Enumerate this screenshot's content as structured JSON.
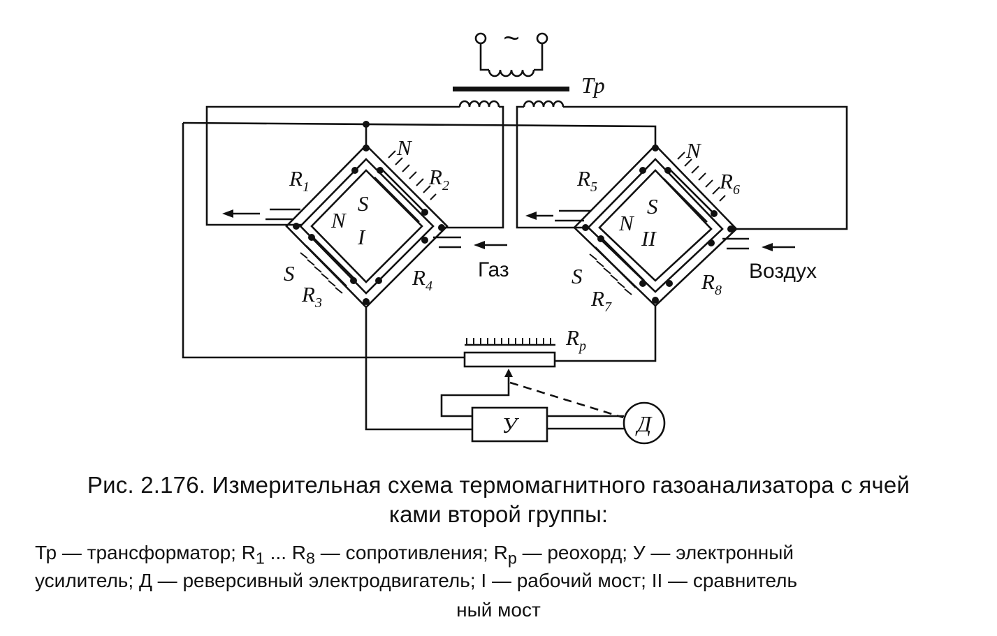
{
  "diagram": {
    "labels": {
      "ac_source": "~",
      "transformer": "Tp",
      "r1": "R",
      "r1_sub": "1",
      "r2": "R",
      "r2_sub": "2",
      "r3": "R",
      "r3_sub": "3",
      "r4": "R",
      "r4_sub": "4",
      "r5": "R",
      "r5_sub": "5",
      "r6": "R",
      "r6_sub": "6",
      "r7": "R",
      "r7_sub": "7",
      "r8": "R",
      "r8_sub": "8",
      "rp": "R",
      "rp_sub": "p",
      "bridge1": "I",
      "bridge2": "II",
      "pole_n": "N",
      "pole_s": "S",
      "gas": "Газ",
      "air": "Воздух",
      "amplifier": "У",
      "motor": "Д"
    }
  },
  "caption": {
    "line1": "Рис. 2.176. Измерительная схема термомагнитного газоанализатора с ячей",
    "line2": "ками второй группы:"
  },
  "legend": {
    "l1_a": "Тр — трансформатор; R",
    "l1_b": "1",
    "l1_c": " ... R",
    "l1_d": "8",
    "l1_e": " — сопротивления; R",
    "l1_f": "р",
    "l1_g": " — реохорд; У — электронный",
    "l2": "усилитель; Д — реверсивный электродвигатель; I — рабочий мост; II — сравнитель",
    "l3": "ный мост"
  }
}
